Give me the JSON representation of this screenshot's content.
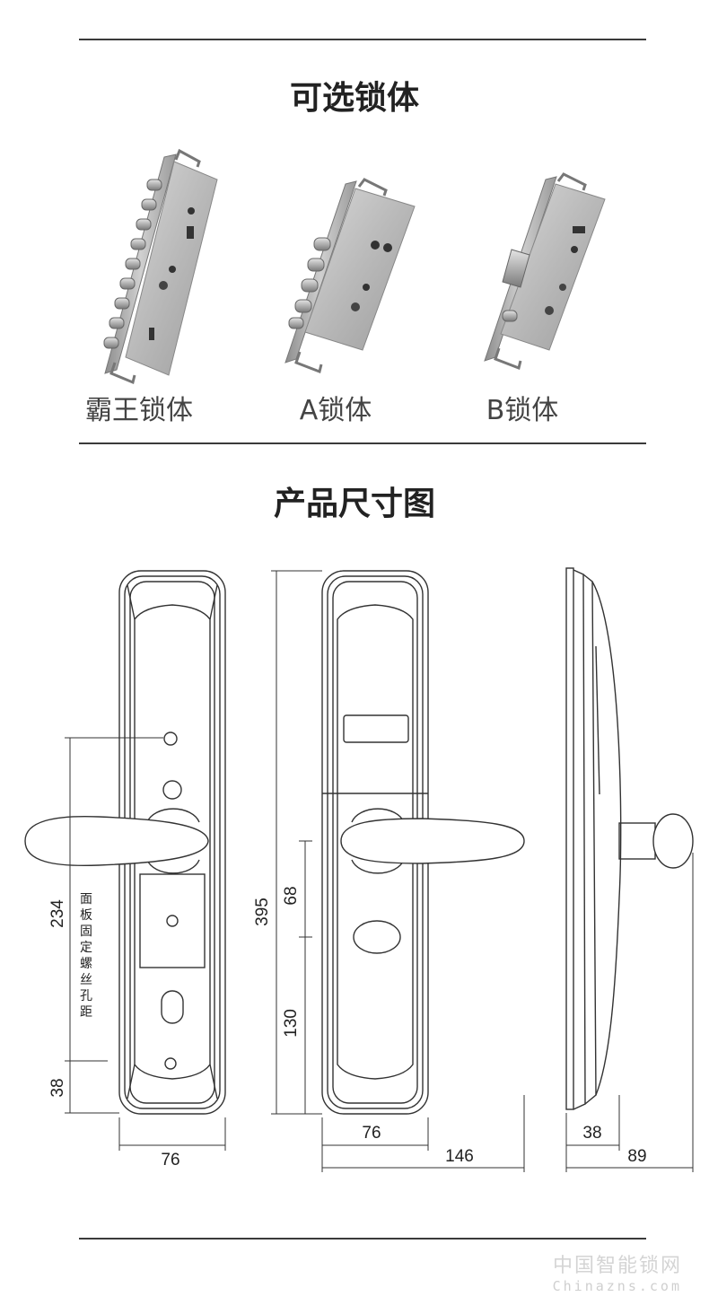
{
  "sections": {
    "lock_bodies_title": "可选锁体",
    "dimensions_title": "产品尺寸图"
  },
  "lock_bodies": [
    {
      "label": "霸王锁体"
    },
    {
      "label": "A锁体"
    },
    {
      "label": "B锁体"
    }
  ],
  "dimensions": {
    "front_hole_span": "234",
    "front_hole_note": [
      "面",
      "板",
      "固",
      "定",
      "螺",
      "丝",
      "孔",
      "距"
    ],
    "front_bottom_offset": "38",
    "front_width": "76",
    "back_height": "395",
    "back_handle_to_keyhole": "68",
    "back_keyhole_to_bottom": "130",
    "back_width": "76",
    "back_handle_length": "146",
    "side_plate_depth": "38",
    "side_total_depth": "89"
  },
  "watermark": {
    "cn": "中国智能锁网",
    "en": "Chinazns.com"
  }
}
